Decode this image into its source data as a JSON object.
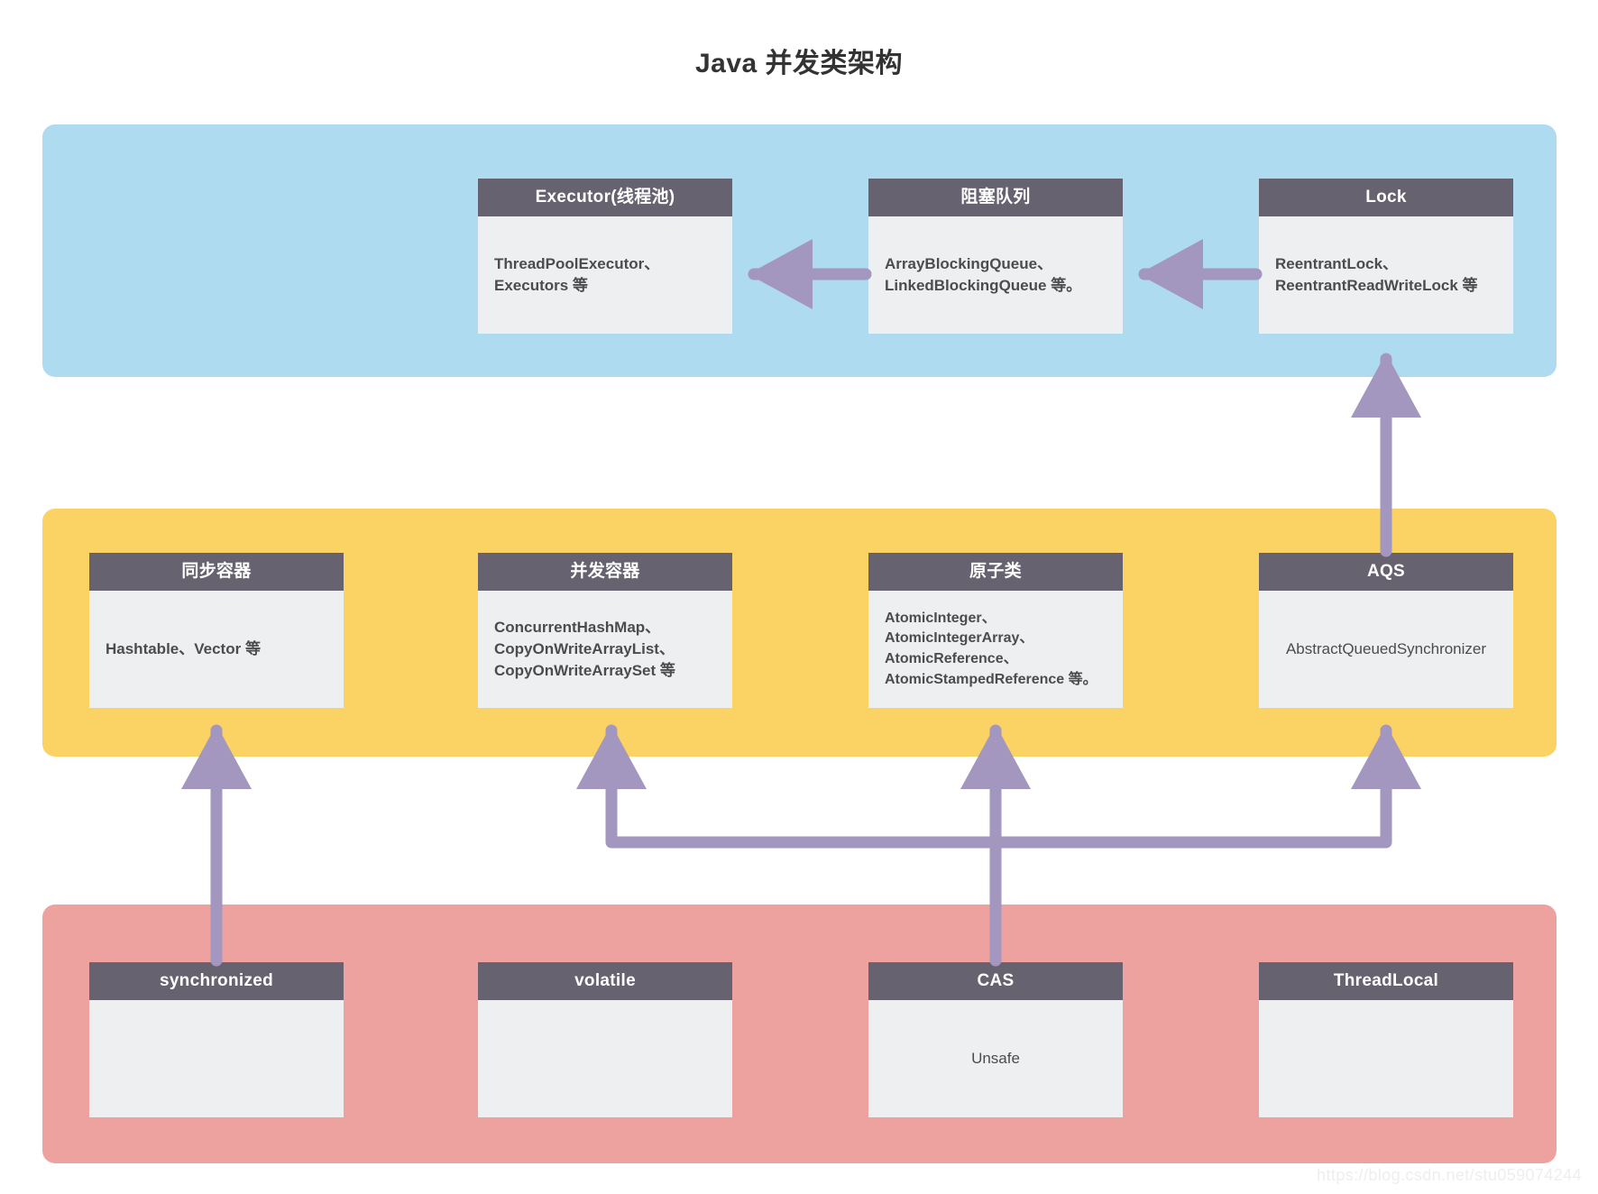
{
  "title": "Java 并发类架构",
  "colors": {
    "band_top": "#aedbef",
    "band_middle": "#fbd264",
    "band_bottom": "#eea2a0",
    "card_header": "#66626f",
    "card_body": "#eeeff1",
    "arrow": "#a396bf",
    "title_text": "#333333",
    "watermark_text": "#eceef0"
  },
  "bands": {
    "top": {
      "name": "top-layer"
    },
    "middle": {
      "name": "middle-layer"
    },
    "bottom": {
      "name": "bottom-layer"
    }
  },
  "cards": {
    "executor": {
      "title": "Executor(线程池)",
      "lines": [
        "ThreadPoolExecutor、",
        "Executors 等"
      ]
    },
    "blocking_queue": {
      "title": "阻塞队列",
      "lines": [
        "ArrayBlockingQueue、",
        "LinkedBlockingQueue 等。"
      ]
    },
    "lock": {
      "title": "Lock",
      "lines": [
        "ReentrantLock、",
        "ReentrantReadWriteLock 等"
      ]
    },
    "sync_container": {
      "title": "同步容器",
      "lines": [
        "Hashtable、Vector 等"
      ]
    },
    "concurrent_container": {
      "title": "并发容器",
      "lines": [
        "ConcurrentHashMap、",
        "CopyOnWriteArrayList、",
        "CopyOnWriteArraySet 等"
      ]
    },
    "atomic": {
      "title": "原子类",
      "lines": [
        "AtomicInteger、",
        "AtomicIntegerArray、",
        "AtomicReference、",
        "AtomicStampedReference 等。"
      ]
    },
    "aqs": {
      "title": "AQS",
      "lines": [
        "AbstractQueuedSynchronizer"
      ]
    },
    "synchronized": {
      "title": "synchronized",
      "lines": [
        ""
      ]
    },
    "volatile": {
      "title": "volatile",
      "lines": [
        ""
      ]
    },
    "cas": {
      "title": "CAS",
      "lines": [
        "Unsafe"
      ]
    },
    "threadlocal": {
      "title": "ThreadLocal",
      "lines": [
        ""
      ]
    }
  },
  "arrows": [
    {
      "name": "arrow-blockingqueue-to-executor",
      "from": "阻塞队列",
      "to": "Executor(线程池)"
    },
    {
      "name": "arrow-lock-to-blockingqueue",
      "from": "Lock",
      "to": "阻塞队列"
    },
    {
      "name": "arrow-aqs-to-lock",
      "from": "AQS",
      "to": "Lock"
    },
    {
      "name": "arrow-synchronized-to-sync-container",
      "from": "synchronized",
      "to": "同步容器"
    },
    {
      "name": "arrow-cas-to-concurrent-container",
      "from": "CAS",
      "to": "并发容器"
    },
    {
      "name": "arrow-cas-to-atomic",
      "from": "CAS",
      "to": "原子类"
    },
    {
      "name": "arrow-cas-to-aqs",
      "from": "CAS",
      "to": "AQS"
    }
  ],
  "watermark": "https://blog.csdn.net/stu059074244"
}
